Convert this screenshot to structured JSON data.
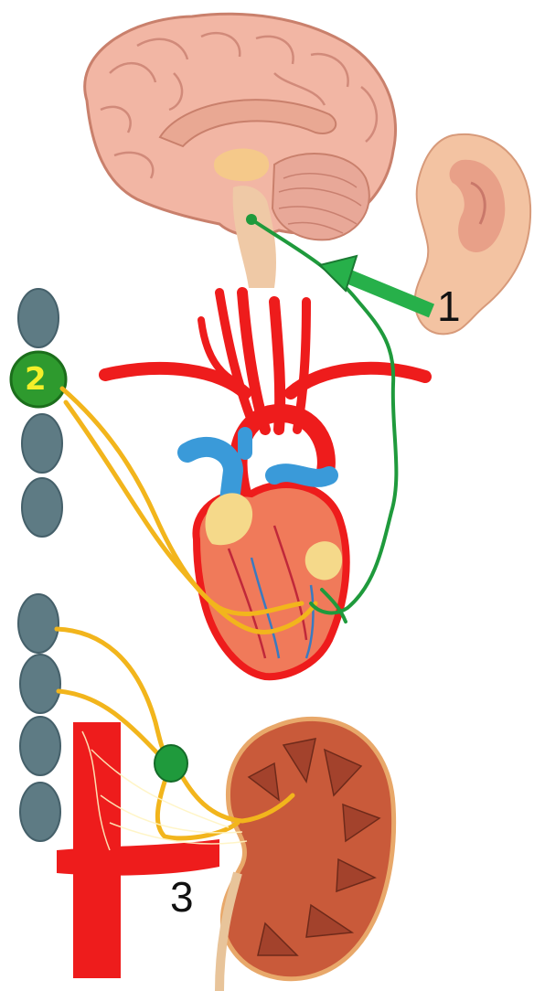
{
  "labels": {
    "one": "1",
    "two": "2",
    "three": "3"
  },
  "colors": {
    "brain": "#f2b6a4",
    "brain_outline": "#c9806c",
    "brainstem": "#efc9a6",
    "hypothalamus": "#f5c98a",
    "cerebellum": "#e8a898",
    "ear": "#f3c3a2",
    "artery": "#ee1c1c",
    "vein": "#3a9ad9",
    "heart": "#f07a5a",
    "atrium": "#f5d98a",
    "nerve_yellow": "#f2b51c",
    "nerve_green": "#1f9a3c",
    "arrow_green": "#27b04a",
    "ganglion_grey": "#5e7b84",
    "ganglion_highlight": "#2e9a2e",
    "kidney": "#c95a3a",
    "kidney_medulla": "#a3422c"
  }
}
